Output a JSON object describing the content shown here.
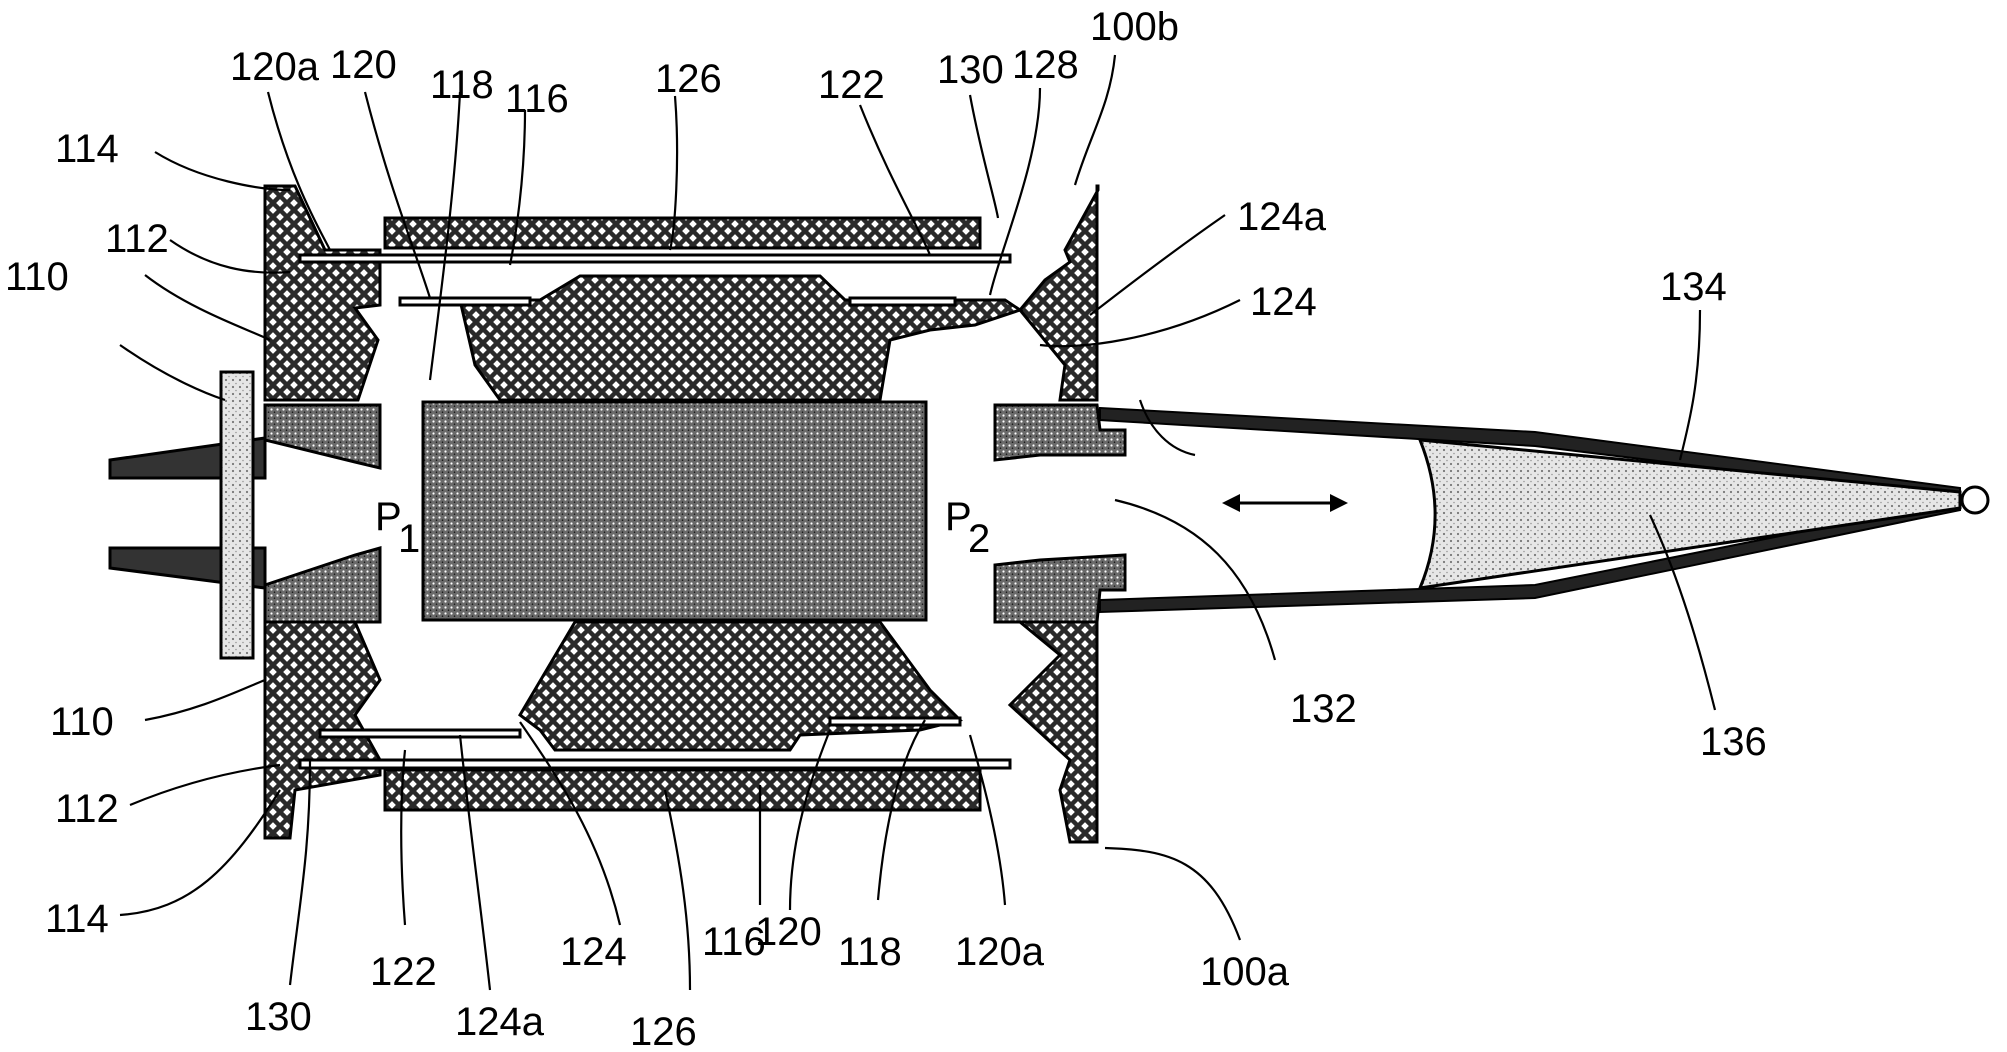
{
  "labels": {
    "l100b": "100b",
    "l120a_top": "120a",
    "l120_top": "120",
    "l118_top": "118",
    "l116_top": "116",
    "l126_top": "126",
    "l122_top": "122",
    "l130_top": "130",
    "l128": "128",
    "l124a_top": "124a",
    "l114_top": "114",
    "l112_top": "112",
    "l110_top": "110",
    "l124_top": "124",
    "l134": "134",
    "lP1": "P",
    "lP1sub": "1",
    "lP2": "P",
    "lP2sub": "2",
    "l132": "132",
    "l136": "136",
    "l110_bot": "110",
    "l112_bot": "112",
    "l114_bot": "114",
    "l130_bot": "130",
    "l122_bot": "122",
    "l124a_bot": "124a",
    "l124_bot": "124",
    "l126_bot": "126",
    "l116_bot": "116",
    "l120_bot": "120",
    "l118_bot": "118",
    "l120a_bot": "120a",
    "l100a": "100a"
  },
  "colors": {
    "hatch": "#2a2a2a",
    "stipple": "#6a6a6a",
    "light_stipple": "#d0d0d0",
    "line": "#000000",
    "background": "#ffffff"
  }
}
